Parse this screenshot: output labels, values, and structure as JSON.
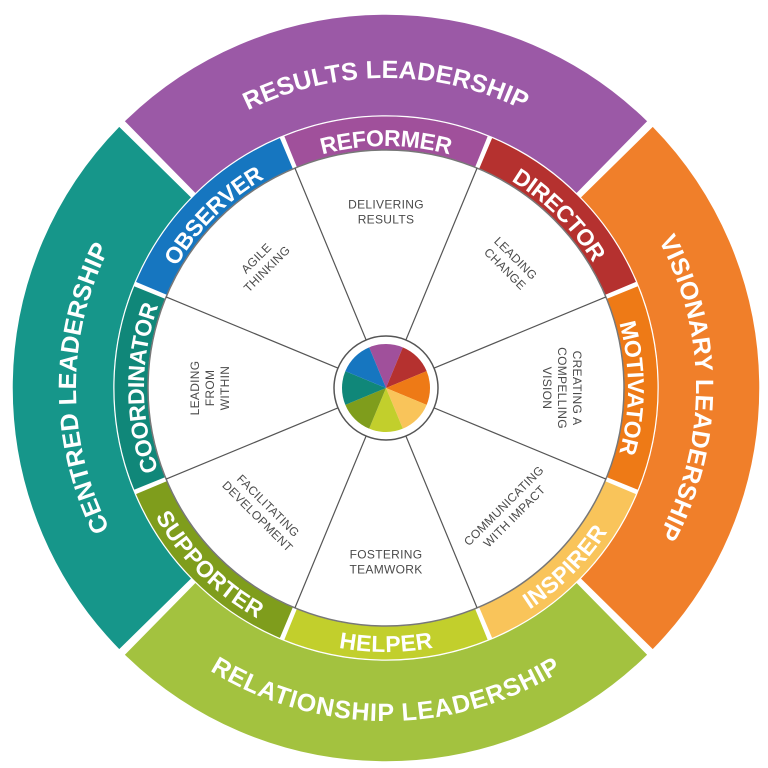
{
  "outer_ring": [
    {
      "label": "RESULTS LEADERSHIP",
      "color": "#9b59a6"
    },
    {
      "label": "VISIONARY LEADERSHIP",
      "color": "#f07f2a"
    },
    {
      "label": "RELATIONSHIP LEADERSHIP",
      "color": "#a3c23f"
    },
    {
      "label": "CENTRED LEADERSHIP",
      "color": "#16968a"
    }
  ],
  "roles": [
    {
      "label": "REFORMER",
      "color": "#a0509b"
    },
    {
      "label": "DIRECTOR",
      "color": "#b5312f"
    },
    {
      "label": "MOTIVATOR",
      "color": "#ee7a16"
    },
    {
      "label": "INSPIRER",
      "color": "#f9c45a"
    },
    {
      "label": "HELPER",
      "color": "#c2cf2c"
    },
    {
      "label": "SUPPORTER",
      "color": "#7f9d1c"
    },
    {
      "label": "COORDINATOR",
      "color": "#108779"
    },
    {
      "label": "OBSERVER",
      "color": "#1676c0"
    }
  ],
  "competencies": [
    {
      "lines": [
        "DELIVERING",
        "RESULTS"
      ]
    },
    {
      "lines": [
        "LEADING",
        "CHANGE"
      ]
    },
    {
      "lines": [
        "CREATING A",
        "COMPELLING",
        "VISION"
      ]
    },
    {
      "lines": [
        "COMMUNICATING",
        "WITH IMPACT"
      ]
    },
    {
      "lines": [
        "FOSTERING",
        "TEAMWORK"
      ]
    },
    {
      "lines": [
        "FACILITATING",
        "DEVELOPMENT"
      ]
    },
    {
      "lines": [
        "LEADING",
        "FROM",
        "WITHIN"
      ]
    },
    {
      "lines": [
        "AGILE",
        "THINKING"
      ]
    }
  ]
}
